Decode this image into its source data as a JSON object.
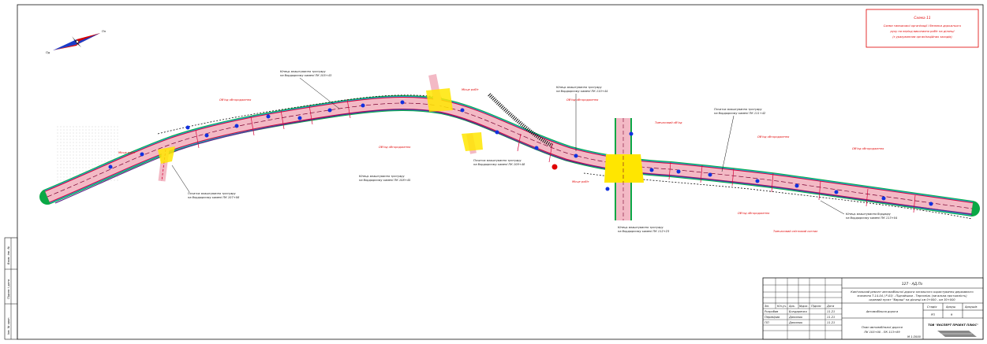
{
  "colors": {
    "road_fill": "#f3b9c5",
    "road_edge": "#d6003a",
    "green_edge": "#0aa845",
    "cyan_edge": "#19b3d6",
    "blue_marks": "#1030e0",
    "red_text": "#e00000",
    "intersection": "#ffe600",
    "frame": "#111111"
  },
  "legend_box": {
    "title": "Схема 11",
    "line1": "Схема тимчасової організації і безпеки дорожнього",
    "line2": "руху на період виконання робіт на ділянці",
    "line3": "(з урахуванням організаційних заходів)"
  },
  "north_arrow": {
    "n": "Пн",
    "s": "Пд"
  },
  "annotations": [
    {
      "text": "Кінець влаштування тротуару",
      "sub": "на бордюрному камені ПК 105+43"
    },
    {
      "text": "Початок влаштування тротуару",
      "sub": "на бордюрному камені ПК 107+08"
    },
    {
      "text": "Кінець влаштування тротуару",
      "sub": "на бордюрному камені ПК 108+45"
    },
    {
      "text": "Початок влаштування тротуару",
      "sub": "на бордюрному камені ПК 109+48"
    },
    {
      "text": "Кінець влаштування тротуару",
      "sub": "на бордюрному камені ПК 110+44"
    },
    {
      "text": "Початок влаштування тротуару",
      "sub": "на бордюрному камені ПК 111+42"
    },
    {
      "text": "Кінець влаштування тротуару",
      "sub": "на бордюрному камені ПК 112+23"
    },
    {
      "text": "Кінець влаштування бордюру",
      "sub": "на бордюрному камені ПК 113+04"
    }
  ],
  "red_labels": [
    "Об'їзд обгородження",
    "Об'їзд обгородження",
    "Об'їзд обгородження",
    "Об'їзд обгородження",
    "Об'їзд обгородження",
    "Об'їзд обгородження",
    "Місце робіт",
    "Місце робіт",
    "Місце робіт",
    "Тимчасовий об'їзд",
    "Тимчасовий світловий сигнал"
  ],
  "title_block": {
    "code": "127 - АД.Пз",
    "description_1": "Капітальний ремонт автомобільної дороги загального користування державного",
    "description_2": "значення Т-14-04 / Р-03/ - Підгайчики - Тернопіль (загальна протяжність)",
    "description_3": "окремий пункт \"Вараш\" на ділянці км 0+000 - км 30+000",
    "section": "Автомобільна дорога",
    "sheet_title_1": "План автомобільної дороги",
    "sheet_title_2": "ПК 105+00 - ПК 113+89",
    "scale": "М 1:2000",
    "stage_label": "Стадія",
    "stage": "РП",
    "sheet_label": "Аркуш",
    "sheet": "9",
    "sheets_label": "Аркушів",
    "company": "ТОВ \"ЕКСПЕРТ ПРОЕКТ ПЛЮС\"",
    "col_headers": [
      "Зм.",
      "Кіл.уч.",
      "Арк.",
      "№док.",
      "Підпис",
      "Дата"
    ],
    "rows": [
      {
        "role": "Розробив",
        "name": "Бондаренко",
        "date": "11.21"
      },
      {
        "role": "Перевірив",
        "name": "Данилюк",
        "date": "11.21"
      },
      {
        "role": "ГІП",
        "name": "Данилюк",
        "date": "11.21"
      }
    ]
  },
  "left_strip": [
    "Інв. № ориг.",
    "Підпис і дата",
    "Взам. інв. №"
  ]
}
